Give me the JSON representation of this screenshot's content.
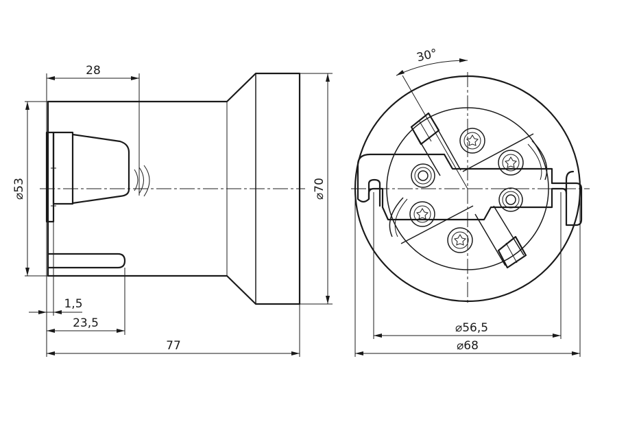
{
  "dimensions": {
    "side_top_28": "28",
    "side_dia_53": "⌀53",
    "side_dia_70": "⌀70",
    "side_1_5": "1,5",
    "side_23_5": "23,5",
    "side_77": "77",
    "front_angle": "30°",
    "front_dia_56_5": "⌀56,5",
    "front_dia_68": "⌀68"
  },
  "colors": {
    "line": "#1a1a1a",
    "background": "#ffffff"
  },
  "icons": {
    "screw": "torx-screw-icon",
    "hole": "mounting-hole-icon"
  }
}
